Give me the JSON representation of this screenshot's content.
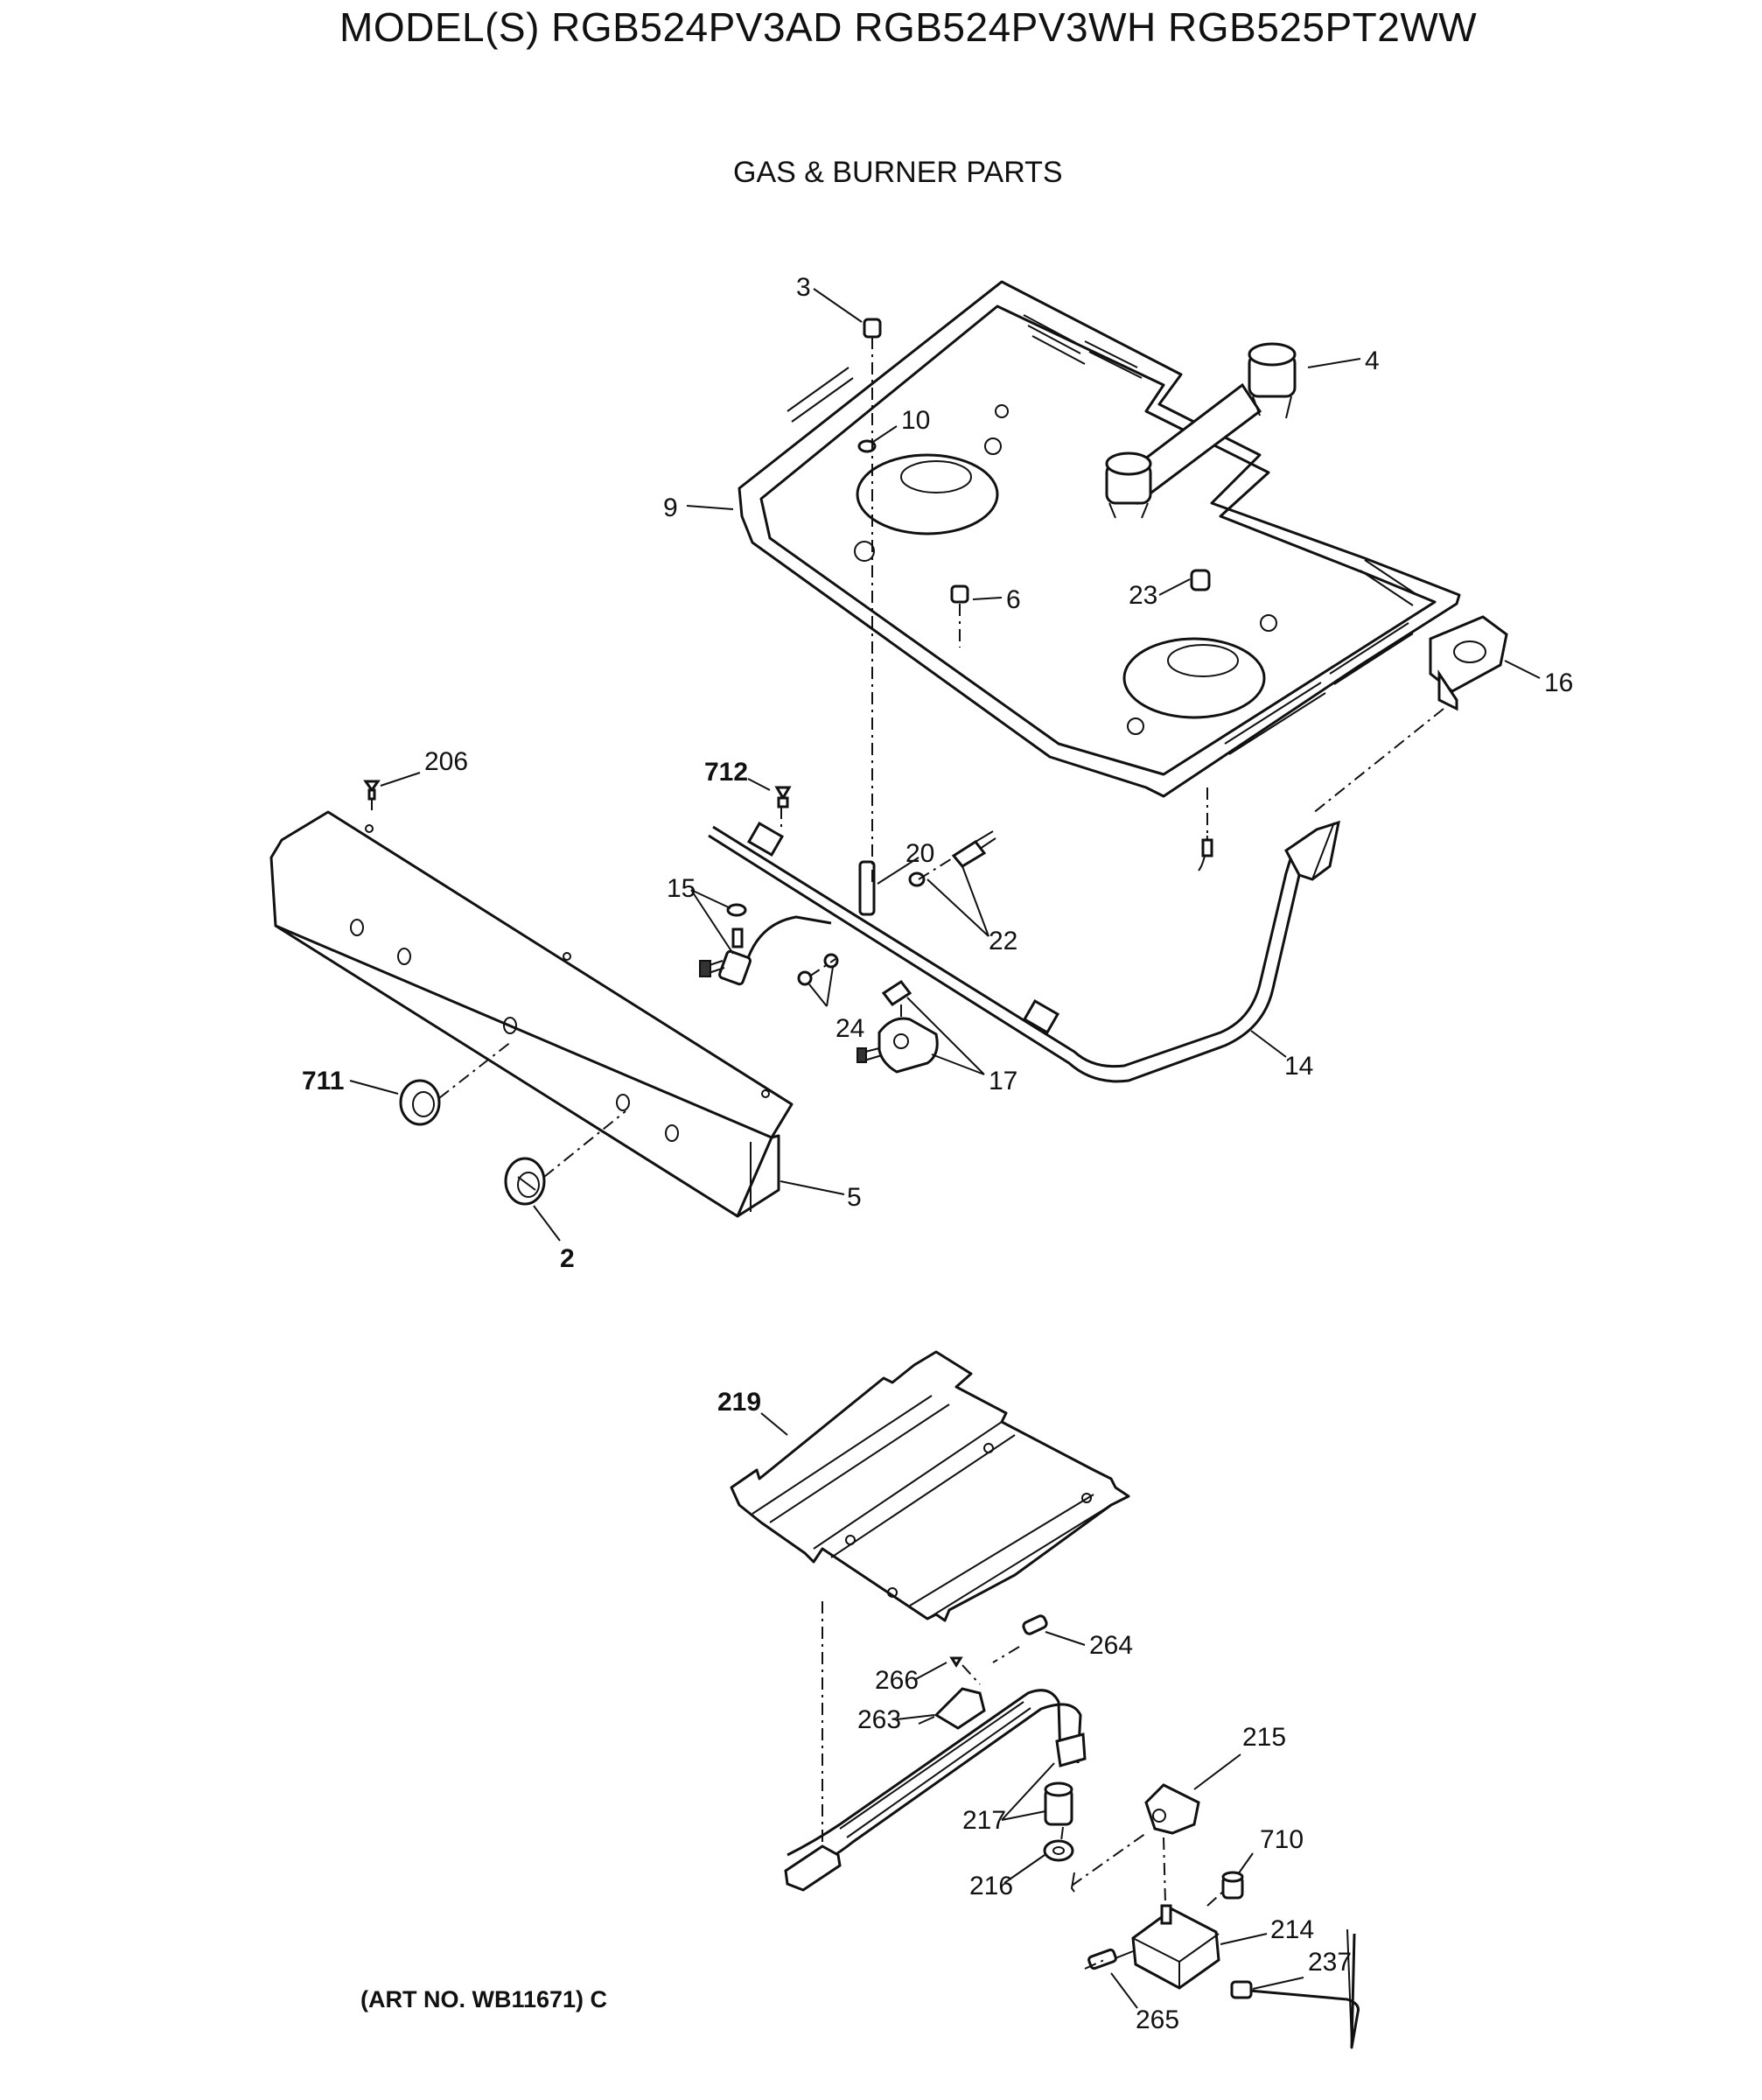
{
  "header": {
    "title": "MODEL(S) RGB524PV3AD  RGB524PV3WH  RGB525PT2WW",
    "subtitle": "GAS & BURNER PARTS"
  },
  "footer": {
    "art_no": "(ART NO. WB11671) C"
  },
  "callouts": {
    "c3": "3",
    "c4": "4",
    "c10": "10",
    "c9": "9",
    "c6": "6",
    "c23": "23",
    "c16": "16",
    "c206": "206",
    "c712": "712",
    "c20": "20",
    "c15": "15",
    "c22": "22",
    "c24": "24",
    "c17": "17",
    "c14": "14",
    "c711": "711",
    "c5": "5",
    "c2": "2",
    "c219": "219",
    "c264": "264",
    "c266": "266",
    "c263": "263",
    "c215": "215",
    "c217": "217",
    "c710": "710",
    "c216": "216",
    "c214": "214",
    "c237": "237",
    "c265": "265"
  }
}
